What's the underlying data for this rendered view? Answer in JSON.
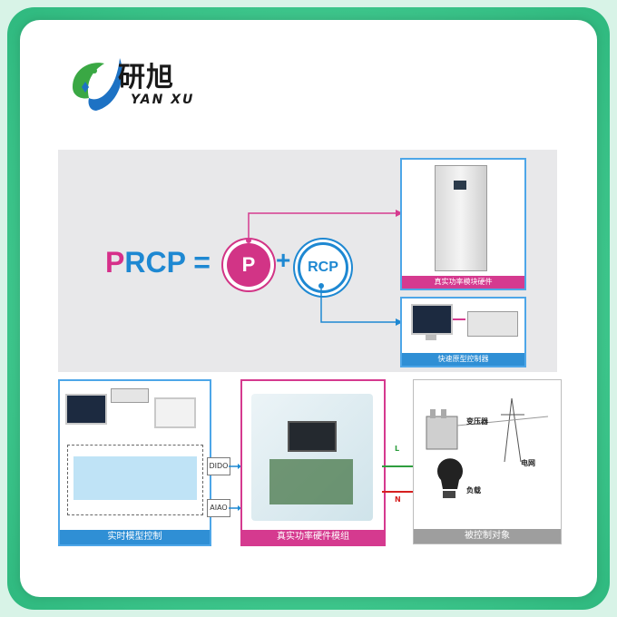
{
  "brand": {
    "name_cn": "研旭",
    "name_en": "YAN XU"
  },
  "formula": {
    "pc": "P",
    "rest1": "RCP =",
    "p_symbol": "P",
    "plus": "+",
    "rcp_symbol": "RCP"
  },
  "diagram": {
    "cabinet_label": "真实功率模块硬件",
    "rcp_label": "快速原型控制器",
    "realtime_label": "实时模型控制",
    "hardware_label": "真实功率硬件模组",
    "controlled_label": "被控制对象",
    "dido": "DIDO",
    "aiao": "AIAO",
    "line_L": "L",
    "line_N": "N",
    "transformer": "变压器",
    "grid": "电网",
    "load": "负载"
  },
  "colors": {
    "pink": "#d53a8f",
    "blue": "#2f8fd5",
    "green": "#2fb97f"
  }
}
